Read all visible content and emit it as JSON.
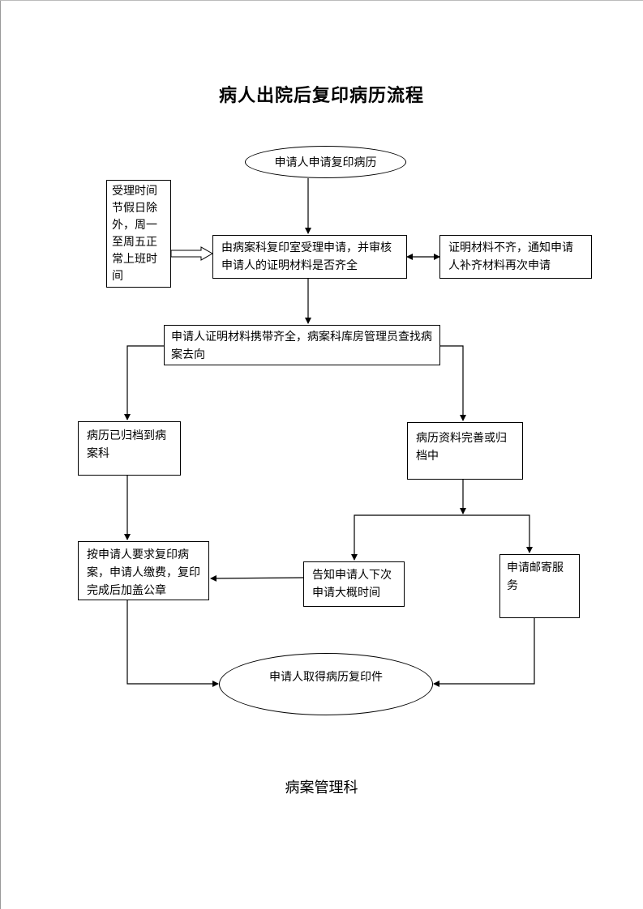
{
  "title": "病人出院后复印病历流程",
  "footer": "病案管理科",
  "nodes": {
    "start": "申请人申请复印病历",
    "hours": "受理时间节假日除外，周一至周五正常上班时间",
    "review": "由病案科复印室受理申请，并审核申请人的证明材料是否齐全",
    "incomplete": "证明材料不齐，通知申请人补齐材料再次申请",
    "locate": "申请人证明材料携带齐全，病案科库房管理员查找病案去向",
    "archived": "病历已归档到病案科",
    "in_progress": "病历资料完善或归档中",
    "copy": "按申请人要求复印病案，申请人缴费，复印完成后加盖公章",
    "notify": "告知申请人下次申请大概时间",
    "mail": "申请邮寄服务",
    "end": "申请人取得病历复印件"
  }
}
